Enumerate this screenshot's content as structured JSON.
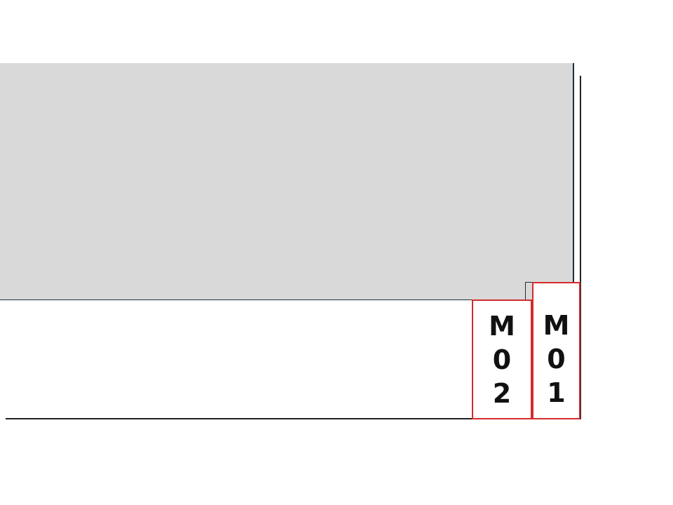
{
  "rooms": [
    {
      "id": "M02",
      "chars": [
        "M",
        "0",
        "2"
      ],
      "border_color": "#d42a2a"
    },
    {
      "id": "M01",
      "chars": [
        "M",
        "0",
        "1"
      ],
      "border_color": "#d42a2a"
    }
  ],
  "colors": {
    "area_fill": "#d9d9d9",
    "outline": "#1f2d3a"
  }
}
